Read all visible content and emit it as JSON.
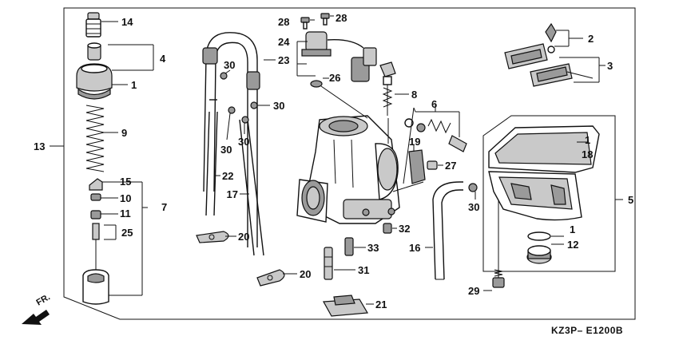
{
  "diagram": {
    "part_numbers": {
      "p1a": "1",
      "p1b": "1",
      "p1c": "1",
      "p2": "2",
      "p3": "3",
      "p4": "4",
      "p5": "5",
      "p6": "6",
      "p7": "7",
      "p8": "8",
      "p9": "9",
      "p10": "10",
      "p11": "11",
      "p12": "12",
      "p13": "13",
      "p14": "14",
      "p15": "15",
      "p16": "16",
      "p17": "17",
      "p18": "18",
      "p19": "19",
      "p20a": "20",
      "p20b": "20",
      "p21": "21",
      "p22": "22",
      "p23": "23",
      "p24": "24",
      "p25": "25",
      "p26": "26",
      "p27": "27",
      "p28a": "28",
      "p28b": "28",
      "p29": "29",
      "p30a": "30",
      "p30b": "30",
      "p30c": "30",
      "p30d": "30",
      "p30e": "30",
      "p31": "31",
      "p32": "32",
      "p33": "33"
    },
    "drawing_code": "KZ3P– E1200B",
    "direction_label": "FR."
  }
}
